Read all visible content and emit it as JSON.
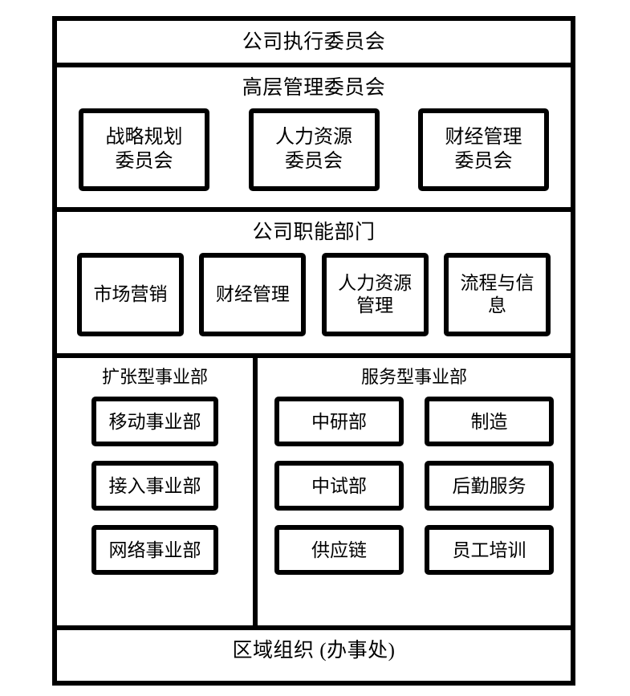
{
  "diagram": {
    "type": "organizational-chart",
    "language": "zh-CN",
    "colors": {
      "border": "#000000",
      "background": "#ffffff",
      "text": "#000000"
    },
    "bands": {
      "executive": {
        "title": "公司执行委员会"
      },
      "senior_management": {
        "title": "高层管理委员会",
        "nodes": [
          {
            "label": "战略规划\n委员会",
            "line1": "战略规划",
            "line2": "委员会"
          },
          {
            "label": "人力资源\n委员会",
            "line1": "人力资源",
            "line2": "委员会"
          },
          {
            "label": "财经管理\n委员会",
            "line1": "财经管理",
            "line2": "委员会"
          }
        ]
      },
      "corporate_functions": {
        "title": "公司职能部门",
        "nodes": [
          {
            "label": "市场营销",
            "line1": "市场营销",
            "line2": ""
          },
          {
            "label": "财经管理",
            "line1": "财经管理",
            "line2": ""
          },
          {
            "label": "人力资源\n管理",
            "line1": "人力资源",
            "line2": "管理"
          },
          {
            "label": "流程与信\n息",
            "line1": "流程与信",
            "line2": "息"
          }
        ]
      },
      "business_groups": {
        "panels": [
          {
            "title": "扩张型事业部",
            "nodes": [
              {
                "label": "移动事业部"
              },
              {
                "label": "接入事业部"
              },
              {
                "label": "网络事业部"
              }
            ]
          },
          {
            "title": "服务型事业部",
            "nodes": [
              {
                "label": "中研部"
              },
              {
                "label": "制造"
              },
              {
                "label": "中试部"
              },
              {
                "label": "后勤服务"
              },
              {
                "label": "供应链"
              },
              {
                "label": "员工培训"
              }
            ]
          }
        ]
      },
      "regional": {
        "title": "区域组织 (办事处)"
      }
    }
  }
}
